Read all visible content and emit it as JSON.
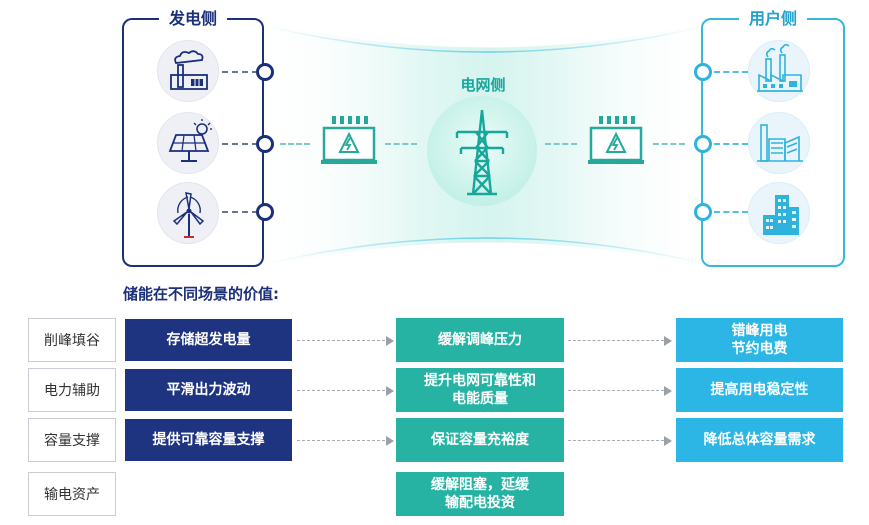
{
  "panels": {
    "generation_title": "发电侧",
    "user_title": "用户侧",
    "grid_title": "电网侧"
  },
  "icons": {
    "generation": [
      "factory-icon",
      "solar-panel-icon",
      "wind-turbine-icon"
    ],
    "grid": [
      "transmission-tower-icon"
    ],
    "storage": [
      "energy-storage-box-icon",
      "energy-storage-box-icon"
    ],
    "user": [
      "industrial-factory-icon",
      "industrial-park-icon",
      "office-building-icon"
    ]
  },
  "colors": {
    "generation_navy": "#1c2f7a",
    "grid_teal": "#26b3a3",
    "user_blue": "#2bb6e6"
  },
  "value_section": {
    "title": "储能在不同场景的价值:",
    "rows": [
      {
        "label": "削峰填谷",
        "generation": "存储超发电量",
        "grid": "缓解调峰压力",
        "user": "错峰用电\n节约电费"
      },
      {
        "label": "电力辅助",
        "generation": "平滑出力波动",
        "grid": "提升电网可靠性和\n电能质量",
        "user": "提高用电稳定性"
      },
      {
        "label": "容量支撑",
        "generation": "提供可靠容量支撑",
        "grid": "保证容量充裕度",
        "user": "降低总体容量需求"
      },
      {
        "label": "输电资产",
        "generation": "",
        "grid": "缓解阻塞，延缓\n输配电投资",
        "user": ""
      }
    ]
  }
}
